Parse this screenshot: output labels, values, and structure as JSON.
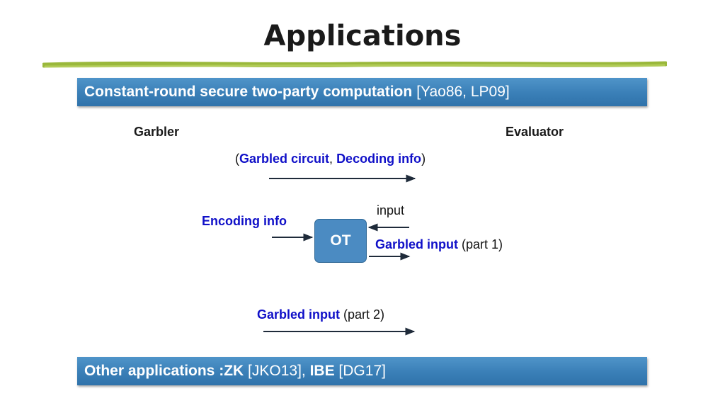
{
  "slide": {
    "title": "Applications"
  },
  "banner_top": {
    "bold": "Constant-round secure two-party computation",
    "ref": "[Yao86, LP09]"
  },
  "parties": {
    "left": "Garbler",
    "right": "Evaluator"
  },
  "message1": {
    "open": "(",
    "item1": "Garbled circuit",
    "sep": ", ",
    "item2": "Decoding info",
    "close": ")"
  },
  "ot": {
    "box_label": "OT",
    "input_label": "input",
    "encoding_label": "Encoding info",
    "output_bold": "Garbled input",
    "output_suffix": " (part 1)"
  },
  "message2": {
    "bold": "Garbled input",
    "suffix": " (part 2)"
  },
  "banner_bottom": {
    "prefix": "Other applications : ",
    "zk": "ZK",
    "zk_ref": " [JKO13], ",
    "ibe": "IBE",
    "ibe_ref": " [DG17]"
  },
  "colors": {
    "banner": "#3a7fb7",
    "highlight_text": "#1010c8",
    "divider": "#9ab83b",
    "ot_box": "#4b8bc2",
    "arrow": "#1f2b3a"
  }
}
